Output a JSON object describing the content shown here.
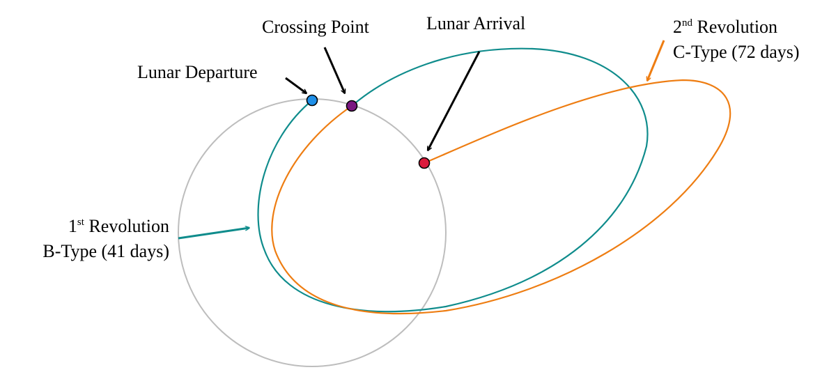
{
  "labels": {
    "crossing_point": "Crossing Point",
    "lunar_arrival": "Lunar Arrival",
    "lunar_departure": "Lunar Departure",
    "rev1_ordinal_num": "1",
    "rev1_ordinal_sup": "st",
    "rev1_title": "Revolution",
    "rev1_type": "B-Type (41 days)",
    "rev2_ordinal_num": "2",
    "rev2_ordinal_sup": "nd",
    "rev2_title": "Revolution",
    "rev2_type": "C-Type (72 days)"
  },
  "colors": {
    "lunar_orbit": "#bdbdbd",
    "rev1": "#0f8c8c",
    "rev2": "#ee7d12",
    "departure_marker": "#1e8fe8",
    "crossing_marker": "#7a1680",
    "arrival_marker": "#dc1a3c",
    "arrows": "#000000"
  }
}
